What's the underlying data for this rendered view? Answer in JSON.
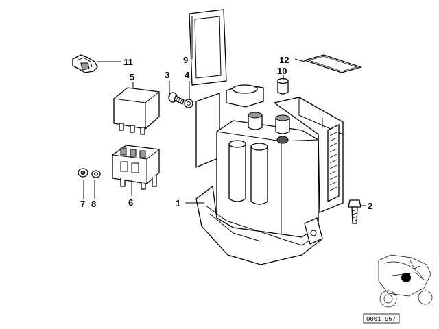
{
  "callouts": {
    "c1": "1",
    "c2": "2",
    "c3": "3",
    "c4": "4",
    "c5": "5",
    "c6": "6",
    "c7": "7",
    "c8": "8",
    "c9": "9",
    "c10": "10",
    "c11": "11",
    "c12": "12"
  },
  "reference_code": "0001'957",
  "colors": {
    "line": "#000000",
    "shade": "#9a9a9a",
    "background": "#ffffff",
    "marker": "#000000"
  }
}
